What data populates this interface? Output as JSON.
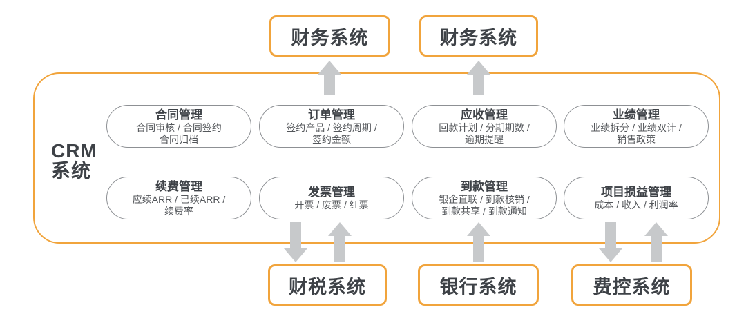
{
  "colors": {
    "accent_orange": "#F1A43C",
    "arrow_gray": "#C7C9CB",
    "pill_border_gray": "#8D9094",
    "text_dark": "#3E4247",
    "text_medium": "#54575B",
    "background": "#FFFFFF"
  },
  "crm_container": {
    "label": "CRM\n系统"
  },
  "top_systems": [
    {
      "label": "财务系统"
    },
    {
      "label": "财务系统"
    }
  ],
  "bottom_systems": [
    {
      "label": "财税系统"
    },
    {
      "label": "银行系统"
    },
    {
      "label": "费控系统"
    }
  ],
  "modules": [
    {
      "title": "合同管理",
      "detail": "合同审核 / 合同签约\n合同归档"
    },
    {
      "title": "订单管理",
      "detail": "签约产品 / 签约周期 /\n签约金额"
    },
    {
      "title": "应收管理",
      "detail": "回款计划 / 分期期数 /\n逾期提醒"
    },
    {
      "title": "业绩管理",
      "detail": "业绩拆分 / 业绩双计 /\n销售政策"
    },
    {
      "title": "续费管理",
      "detail": "应续ARR / 已续ARR /\n续费率"
    },
    {
      "title": "发票管理",
      "detail": "开票 / 废票 / 红票"
    },
    {
      "title": "到款管理",
      "detail": "银企直联 / 到款核销 /\n到款共享 / 到款通知"
    },
    {
      "title": "项目损益管理",
      "detail": "成本 / 收入 / 利润率"
    }
  ],
  "arrows": [
    {
      "name": "crm-to-finance-system-1",
      "direction": "up"
    },
    {
      "name": "crm-to-finance-system-2",
      "direction": "up"
    },
    {
      "name": "crm-to-fiscal-tax-system",
      "direction": "down"
    },
    {
      "name": "fiscal-tax-system-to-crm",
      "direction": "up"
    },
    {
      "name": "bank-system-to-crm",
      "direction": "up"
    },
    {
      "name": "crm-to-expense-control-system",
      "direction": "down"
    },
    {
      "name": "expense-control-system-to-crm",
      "direction": "up"
    }
  ]
}
